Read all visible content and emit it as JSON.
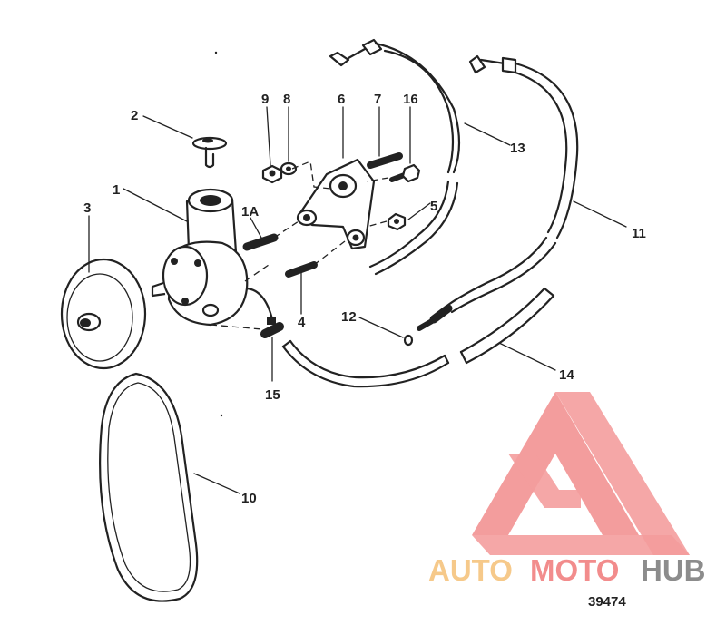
{
  "diagram": {
    "parts": [
      {
        "id": "1",
        "label": "1"
      },
      {
        "id": "1a",
        "label": "1A"
      },
      {
        "id": "2",
        "label": "2"
      },
      {
        "id": "3",
        "label": "3"
      },
      {
        "id": "4",
        "label": "4"
      },
      {
        "id": "5",
        "label": "5"
      },
      {
        "id": "6",
        "label": "6"
      },
      {
        "id": "7",
        "label": "7"
      },
      {
        "id": "8",
        "label": "8"
      },
      {
        "id": "9",
        "label": "9"
      },
      {
        "id": "10",
        "label": "10"
      },
      {
        "id": "11",
        "label": "11"
      },
      {
        "id": "12",
        "label": "12"
      },
      {
        "id": "13",
        "label": "13"
      },
      {
        "id": "14",
        "label": "14"
      },
      {
        "id": "15",
        "label": "15"
      },
      {
        "id": "16",
        "label": "16"
      }
    ],
    "figure_number": "39474"
  },
  "watermark": {
    "word_a": "AUTO",
    "word_b": "MOTO",
    "word_c": "HUB",
    "colors": {
      "auto": "#f6c98a",
      "moto": "#f28c8c",
      "hub": "#8c8c8c",
      "logo": "#f28c8c"
    }
  }
}
